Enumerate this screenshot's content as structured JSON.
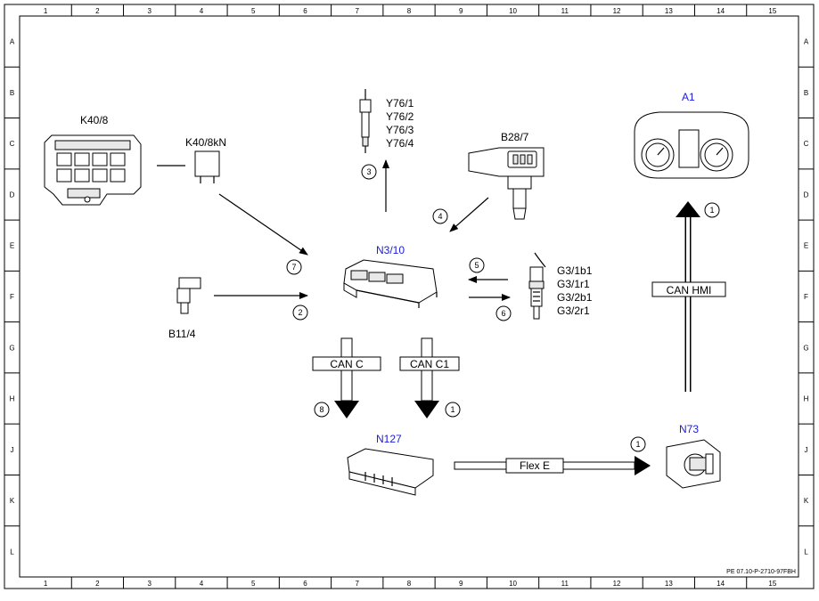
{
  "grid": {
    "columns": [
      "1",
      "2",
      "3",
      "4",
      "5",
      "6",
      "7",
      "8",
      "9",
      "10",
      "11",
      "12",
      "13",
      "14",
      "15"
    ],
    "rows": [
      "A",
      "B",
      "C",
      "D",
      "E",
      "F",
      "G",
      "H",
      "J",
      "K",
      "L"
    ]
  },
  "components": {
    "k40_8": "K40/8",
    "k40_8kn": "K40/8kN",
    "y76": [
      "Y76/1",
      "Y76/2",
      "Y76/3",
      "Y76/4"
    ],
    "b28_7": "B28/7",
    "a1": "A1",
    "n3_10": "N3/10",
    "g3": [
      "G3/1b1",
      "G3/1r1",
      "G3/2b1",
      "G3/2r1"
    ],
    "b11_4": "B11/4",
    "n127": "N127",
    "n73": "N73"
  },
  "buses": {
    "can_c": "CAN C",
    "can_c1": "CAN C1",
    "can_hmi": "CAN HMI",
    "flex_e": "Flex E"
  },
  "callouts": {
    "c1_a1": "1",
    "c2": "2",
    "c3": "3",
    "c4": "4",
    "c5": "5",
    "c6": "6",
    "c7": "7",
    "c8": "8",
    "c1_canc1": "1",
    "c1_flex": "1"
  },
  "reference": "PE 07.10-P-2710-97FBH",
  "colors": {
    "highlight_label": "#1a1adc",
    "line": "#000000"
  }
}
